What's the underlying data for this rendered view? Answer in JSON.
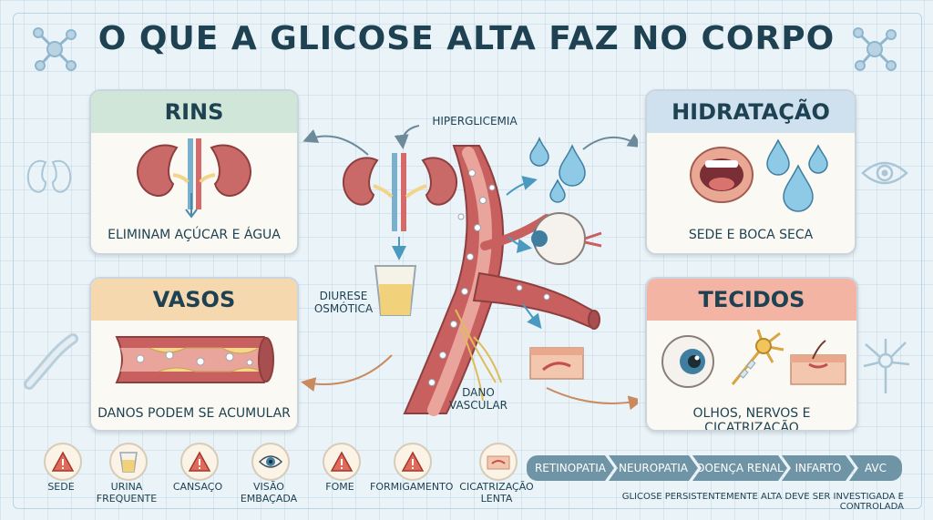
{
  "title": "O QUE A GLICOSE ALTA FAZ NO CORPO",
  "cards": {
    "rins": {
      "heading": "RINS",
      "caption": "ELIMINAM AÇÚCAR E ÁGUA",
      "color": "#cfe6d9"
    },
    "hidratacao": {
      "heading": "HIDRATAÇÃO",
      "caption": "SEDE E BOCA SECA",
      "color": "#cfe0ef"
    },
    "vasos": {
      "heading": "VASOS",
      "caption": "DANOS PODEM SE ACUMULAR",
      "color": "#f6d8ae"
    },
    "tecidos": {
      "heading": "TECIDOS",
      "caption": "OLHOS, NERVOS E CICATRIZAÇÃO",
      "color": "#f4b4a4"
    }
  },
  "center": {
    "hyperglycemia": "HIPERGLICEMIA",
    "diuresis_line1": "DIURESE",
    "diuresis_line2": "OSMÓTICA",
    "vascular_line1": "DANO",
    "vascular_line2": "VASCULAR"
  },
  "symptoms": [
    {
      "line1": "SEDE",
      "line2": "",
      "icon": "warning-icon"
    },
    {
      "line1": "URINA",
      "line2": "FREQUENTE",
      "icon": "urine-cup-icon"
    },
    {
      "line1": "CANSAÇO",
      "line2": "",
      "icon": "warning-icon"
    },
    {
      "line1": "VISÃO",
      "line2": "EMBAÇADA",
      "icon": "eye-icon"
    },
    {
      "line1": "FOME",
      "line2": "",
      "icon": "warning-icon"
    },
    {
      "line1": "FORMIGAMENTO",
      "line2": "",
      "icon": "warning-icon"
    },
    {
      "line1": "CICATRIZAÇÃO",
      "line2": "LENTA",
      "icon": "skin-wound-icon"
    }
  ],
  "complications": [
    "RETINOPATIA",
    "NEUROPATIA",
    "DOENÇA RENAL",
    "INFARTO",
    "AVC"
  ],
  "footnote": "GLICOSE PERSISTENTEMENTE ALTA DEVE SER INVESTIGADA E CONTROLADA"
}
